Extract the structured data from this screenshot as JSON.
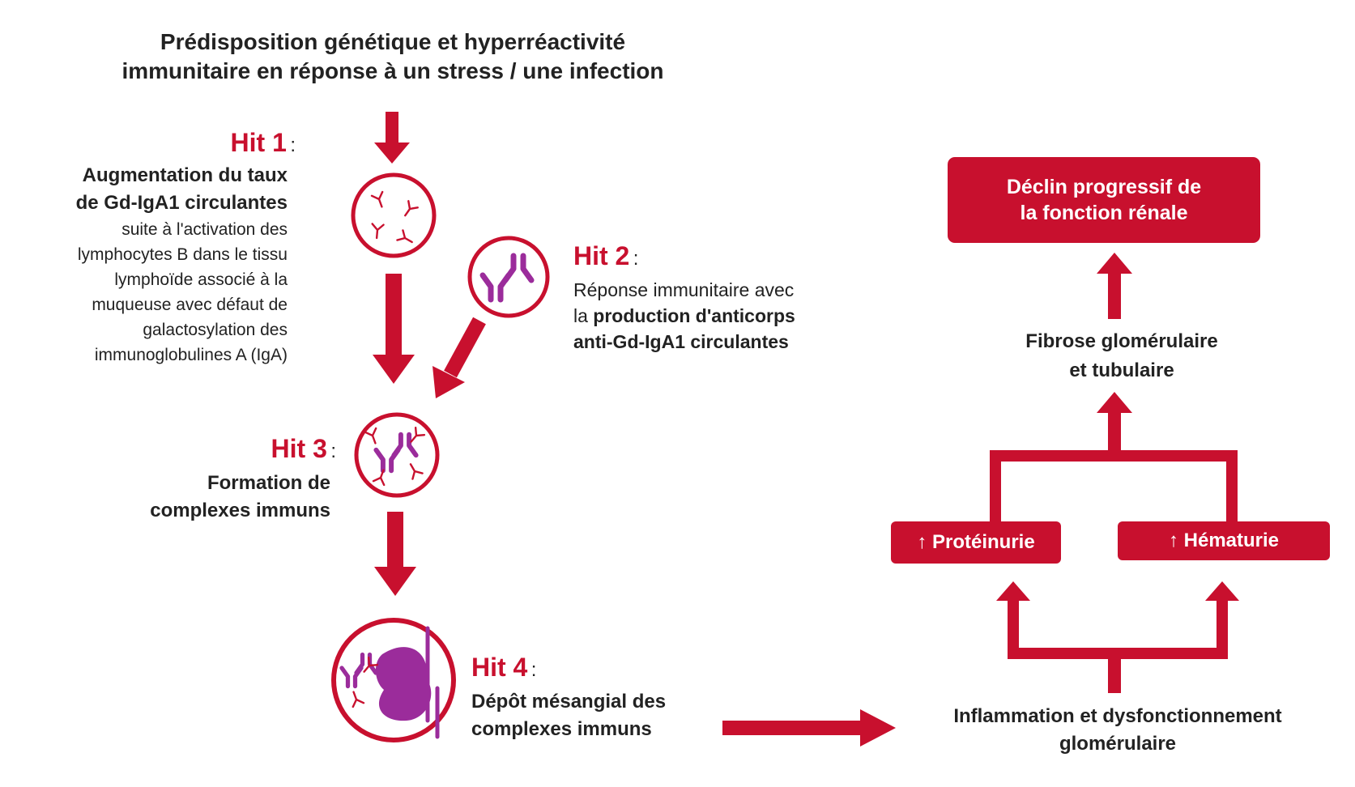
{
  "title": {
    "line1": "Prédisposition génétique et hyperréactivité",
    "line2": "immunitaire en réponse à un stress / une infection"
  },
  "hit1": {
    "label": "Hit 1",
    "colon": ":",
    "bold_line1": "Augmentation du taux",
    "bold_line2": "de Gd-IgA1 circulantes",
    "line3": "suite à l'activation des",
    "line4": "lymphocytes B dans le tissu",
    "line5": "lymphoïde associé à la",
    "line6": "muqueuse avec défaut de",
    "line7": "galactosylation des",
    "line8": "immunoglobulines A (IgA)"
  },
  "hit2": {
    "label": "Hit 2",
    "colon": ":",
    "line1": "Réponse immunitaire avec",
    "line2_prefix": "la ",
    "line2_bold": "production d'anticorps",
    "line3_bold": "anti-Gd-IgA1 circulantes"
  },
  "hit3": {
    "label": "Hit 3",
    "colon": ":",
    "line1": "Formation de",
    "line2": "complexes immuns"
  },
  "hit4": {
    "label": "Hit 4",
    "colon": ":",
    "line1": "Dépôt mésangial des",
    "line2": "complexes immuns"
  },
  "outcomes": {
    "decline_line1": "Déclin progressif de",
    "decline_line2": "la fonction rénale",
    "fibrose_line1": "Fibrose glomérulaire",
    "fibrose_line2": "et tubulaire",
    "proteinurie": "↑ Protéinurie",
    "hematurie": "↑ Hématurie",
    "inflammation_line1": "Inflammation et dysfonctionnement",
    "inflammation_line2": "glomérulaire"
  },
  "colors": {
    "accent_red": "#c8102e",
    "antibody_purple": "#9b2c9b",
    "text_dark": "#222222"
  },
  "icons": {
    "circle1": "gd-iga1-antibodies-icon",
    "circle2": "anti-gd-iga1-antibody-icon",
    "circle3": "immune-complex-icon",
    "circle4": "kidney-deposit-icon"
  }
}
